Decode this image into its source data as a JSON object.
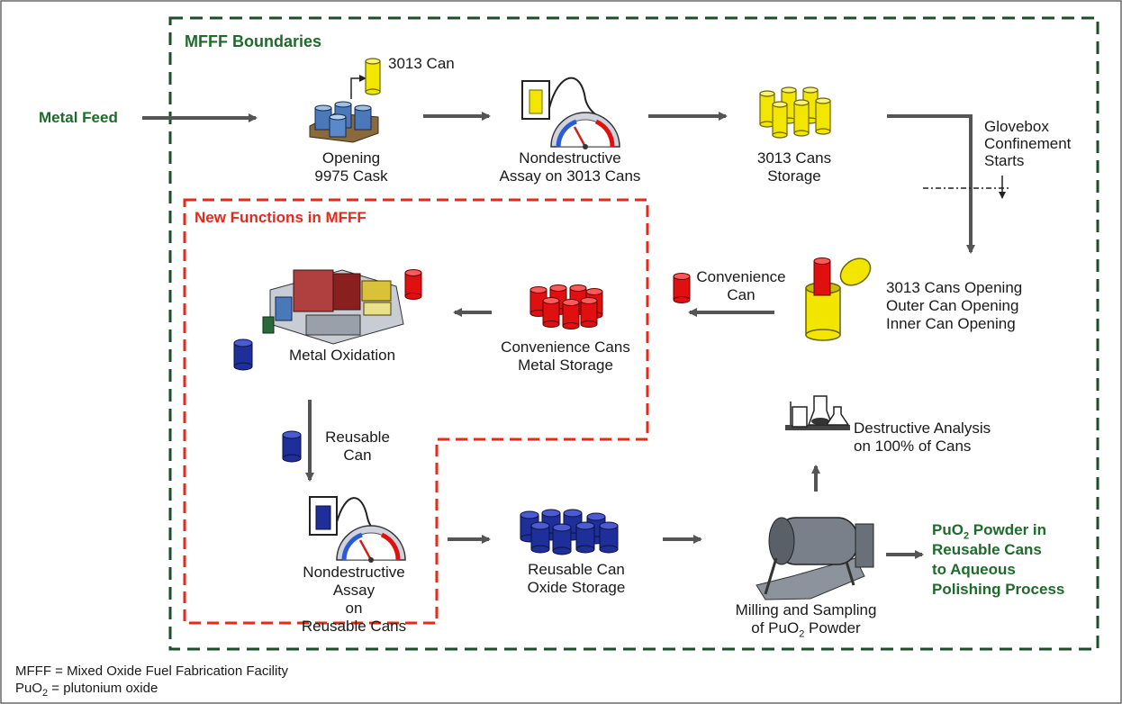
{
  "titles": {
    "boundary": "MFFF Boundaries",
    "new_functions": "New Functions in MFFF"
  },
  "inputs": {
    "metal_feed": "Metal Feed"
  },
  "steps": {
    "can_3013": "3013 Can",
    "opening_cask": [
      "Opening",
      "9975 Cask"
    ],
    "nda_3013": [
      "Nondestructive",
      "Assay on 3013 Cans"
    ],
    "storage_3013": [
      "3013 Cans",
      "Storage"
    ],
    "glovebox": [
      "Glovebox",
      "Confinement",
      "Starts"
    ],
    "can_opening": [
      "3013 Cans Opening",
      "Outer Can Opening",
      "Inner Can Opening"
    ],
    "convenience_can": [
      "Convenience",
      "Can"
    ],
    "convenience_storage": [
      "Convenience Cans",
      "Metal Storage"
    ],
    "metal_oxidation": "Metal Oxidation",
    "reusable_can": [
      "Reusable",
      "Can"
    ],
    "nda_reusable": [
      "Nondestructive",
      "Assay",
      "on",
      "Reusable Cans"
    ],
    "oxide_storage": [
      "Reusable Can",
      "Oxide Storage"
    ],
    "destructive_analysis": [
      "Destructive Analysis",
      "on 100% of Cans"
    ],
    "milling": {
      "line1": "Milling and Sampling",
      "line2_pre": "of PuO",
      "line2_sub": "2",
      "line2_post": " Powder"
    }
  },
  "output": {
    "line1_pre": "PuO",
    "line1_sub": "2",
    "line1_post": " Powder in",
    "lines": [
      "Reusable Cans",
      "to Aqueous",
      "Polishing Process"
    ]
  },
  "legend": {
    "mfff": "MFFF = Mixed Oxide Fuel Fabrication Facility",
    "puo2_pre": "PuO",
    "puo2_sub": "2",
    "puo2_post": " = plutonium oxide"
  },
  "colors": {
    "boundary": "#1e4d2b",
    "new_functions": "#e52a1a",
    "arrow": "#555555",
    "yellow_can": "#f2e600",
    "red_can": "#e01010",
    "blue_can": "#1f2f9a",
    "green_text": "#1e6b2b"
  }
}
